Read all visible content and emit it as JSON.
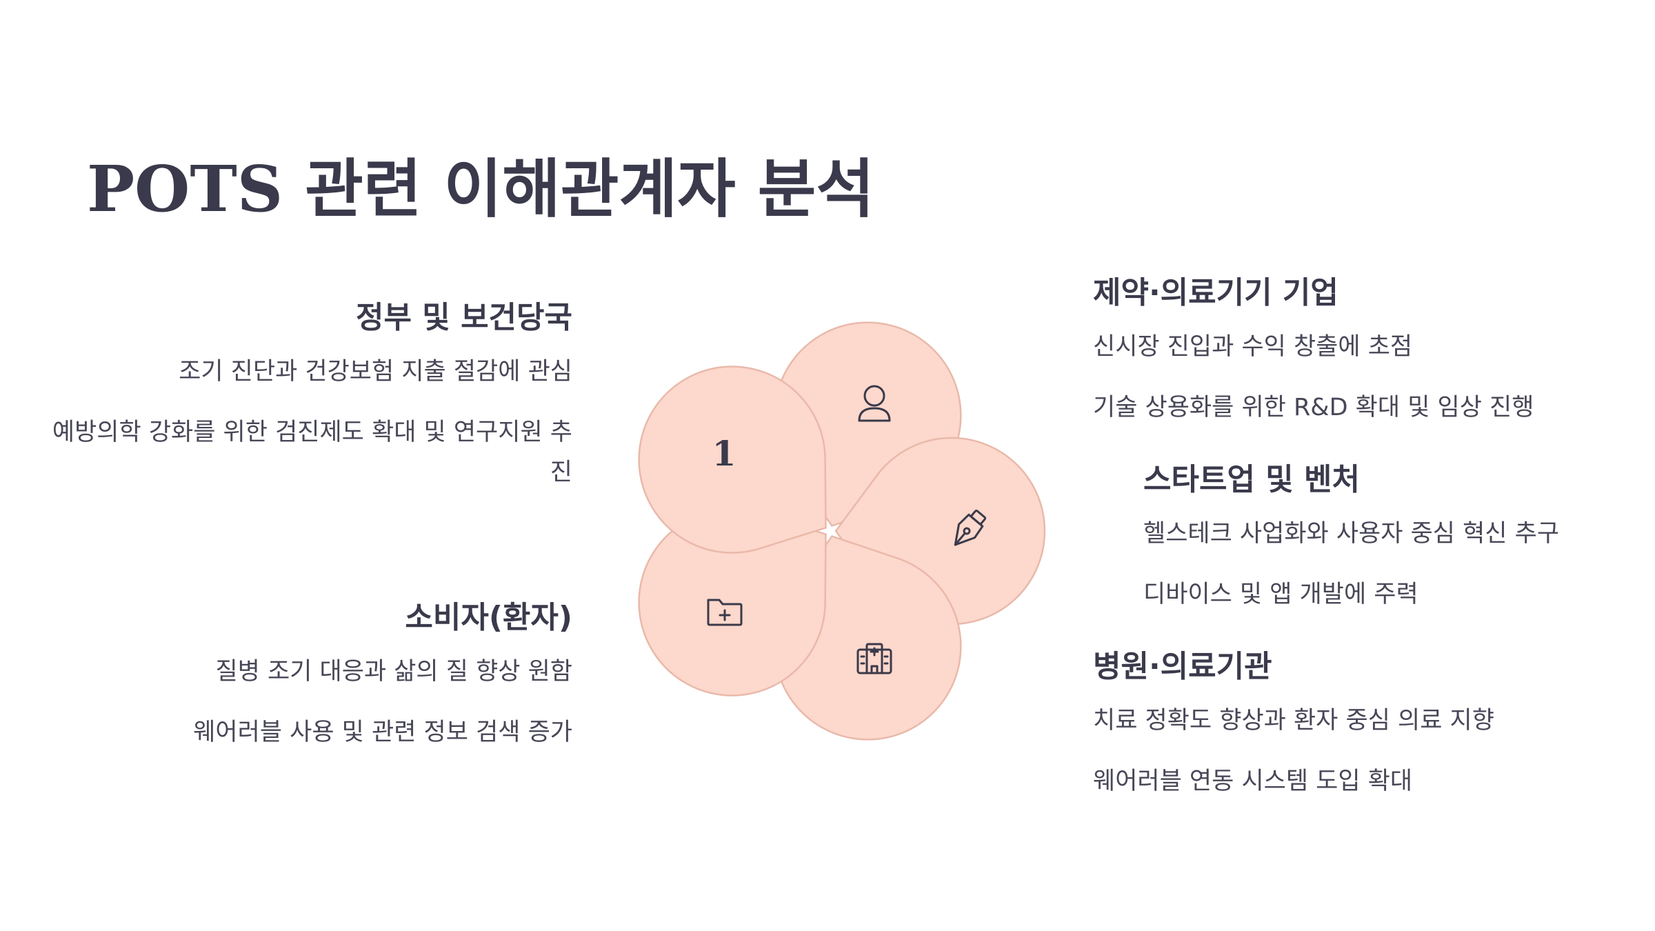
{
  "title": "POTS 관련 이해관계자 분석",
  "petal_label": "1",
  "icons": [
    "user-icon",
    "pen-nib-icon",
    "hospital-icon",
    "folder-plus-icon"
  ],
  "colors": {
    "petal_fill": "#fdd8cc",
    "petal_stroke": "#e9b9aa",
    "text": "#3a3a4c"
  },
  "stakeholders": {
    "government": {
      "heading": "정부 및 보건당국",
      "lines": [
        "조기 진단과 건강보험 지출 절감에 관심",
        "예방의학 강화를 위한 검진제도 확대 및 연구지원 추진"
      ]
    },
    "consumer": {
      "heading": "소비자(환자)",
      "lines": [
        "질병 조기 대응과 삶의 질 향상 원함",
        "웨어러블 사용 및 관련 정보 검색 증가"
      ]
    },
    "pharma": {
      "heading": "제약·의료기기 기업",
      "lines": [
        "신시장 진입과 수익 창출에 초점",
        "기술 상용화를 위한 R&D 확대 및 임상 진행"
      ]
    },
    "startup": {
      "heading": "스타트업 및 벤처",
      "lines": [
        "헬스테크 사업화와 사용자 중심 혁신 추구",
        "디바이스 및 앱 개발에 주력"
      ]
    },
    "hospital": {
      "heading": "병원·의료기관",
      "lines": [
        "치료 정확도 향상과 환자 중심 의료 지향",
        "웨어러블 연동 시스템 도입 확대"
      ]
    }
  }
}
